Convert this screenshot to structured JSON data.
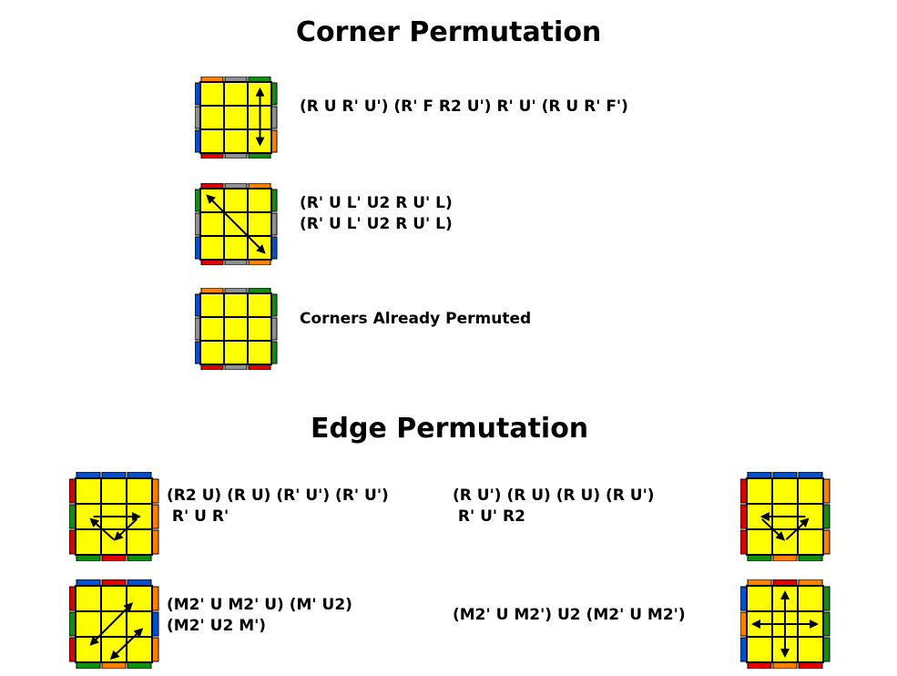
{
  "colors": {
    "yellow": "#FFFF00",
    "red": "#E00000",
    "orange": "#FF8000",
    "green": "#109010",
    "blue": "#0050D0",
    "gray": "#909090"
  },
  "corner_section": {
    "title": "Corner Permutation",
    "cases": [
      {
        "alg_lines": [
          "(R U R' U') (R' F R2 U') R' U' (R U R' F')"
        ],
        "sides": {
          "top": [
            "orange",
            "gray",
            "green"
          ],
          "left": [
            "blue",
            "gray",
            "blue"
          ],
          "right": [
            "green",
            "gray",
            "orange"
          ],
          "bottom": [
            "red",
            "gray",
            "green"
          ]
        },
        "arrow_icon": "double-arrow-vertical-icon"
      },
      {
        "alg_lines": [
          "(R' U L' U2 R U' L)",
          "(R' U L' U2 R U' L)"
        ],
        "sides": {
          "top": [
            "red",
            "gray",
            "orange"
          ],
          "left": [
            "green",
            "gray",
            "blue"
          ],
          "right": [
            "green",
            "gray",
            "blue"
          ],
          "bottom": [
            "red",
            "gray",
            "orange"
          ]
        },
        "arrow_icon": "double-arrow-diagonal-icon"
      },
      {
        "alg_lines": [
          "Corners Already Permuted"
        ],
        "sides": {
          "top": [
            "orange",
            "gray",
            "green"
          ],
          "left": [
            "blue",
            "gray",
            "blue"
          ],
          "right": [
            "green",
            "gray",
            "green"
          ],
          "bottom": [
            "red",
            "gray",
            "red"
          ]
        },
        "arrow_icon": ""
      }
    ]
  },
  "edge_section": {
    "title": "Edge Permutation",
    "cases": [
      {
        "alg_lines": [
          "(R2 U) (R U) (R' U') (R' U')",
          " R' U R'"
        ],
        "sides": {
          "top": [
            "blue",
            "blue",
            "blue"
          ],
          "left": [
            "red",
            "green",
            "red"
          ],
          "right": [
            "orange",
            "orange",
            "orange"
          ],
          "bottom": [
            "green",
            "red",
            "green"
          ]
        },
        "arrow_icon": "three-cycle-arrows-icon"
      },
      {
        "alg_lines": [
          "(R U') (R U) (R U) (R U')",
          " R' U' R2"
        ],
        "sides": {
          "top": [
            "blue",
            "blue",
            "blue"
          ],
          "left": [
            "red",
            "red",
            "red"
          ],
          "right": [
            "orange",
            "green",
            "orange"
          ],
          "bottom": [
            "green",
            "orange",
            "green"
          ]
        },
        "arrow_icon": "three-cycle-arrows-icon"
      },
      {
        "alg_lines": [
          "(M2' U M2' U) (M' U2)",
          "(M2' U2 M')"
        ],
        "sides": {
          "top": [
            "blue",
            "red",
            "blue"
          ],
          "left": [
            "red",
            "green",
            "red"
          ],
          "right": [
            "orange",
            "blue",
            "orange"
          ],
          "bottom": [
            "green",
            "orange",
            "green"
          ]
        },
        "arrow_icon": "diagonal-swap-arrows-icon"
      },
      {
        "alg_lines": [
          "(M2' U M2') U2 (M2' U M2')"
        ],
        "sides": {
          "top": [
            "orange",
            "red",
            "orange"
          ],
          "left": [
            "blue",
            "orange",
            "blue"
          ],
          "right": [
            "green",
            "green",
            "green"
          ],
          "bottom": [
            "red",
            "orange",
            "red"
          ]
        },
        "arrow_icon": "cross-swap-arrows-icon"
      }
    ]
  }
}
